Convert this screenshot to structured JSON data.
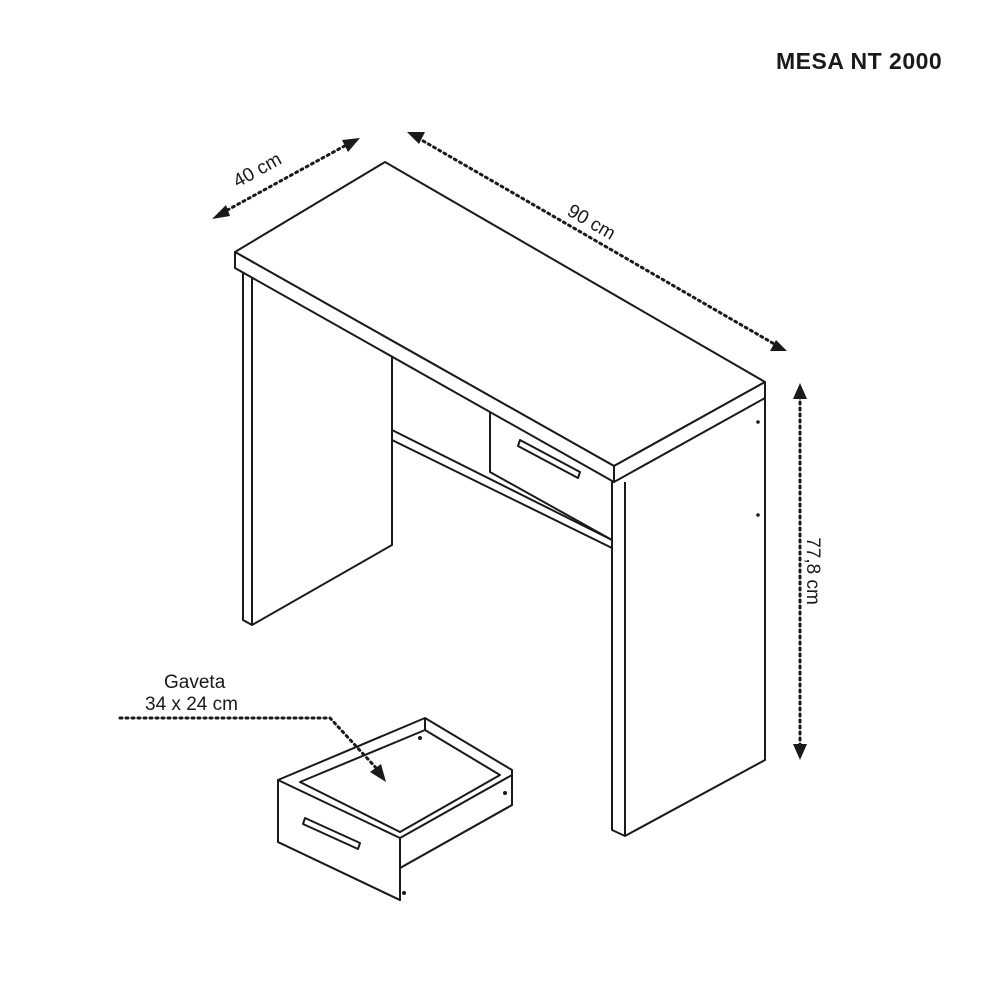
{
  "title": "MESA NT 2000",
  "dimensions": {
    "depth": "40 cm",
    "width": "90 cm",
    "height": "77,8 cm"
  },
  "drawer": {
    "label": "Gaveta",
    "size": "34 x 24 cm"
  }
}
